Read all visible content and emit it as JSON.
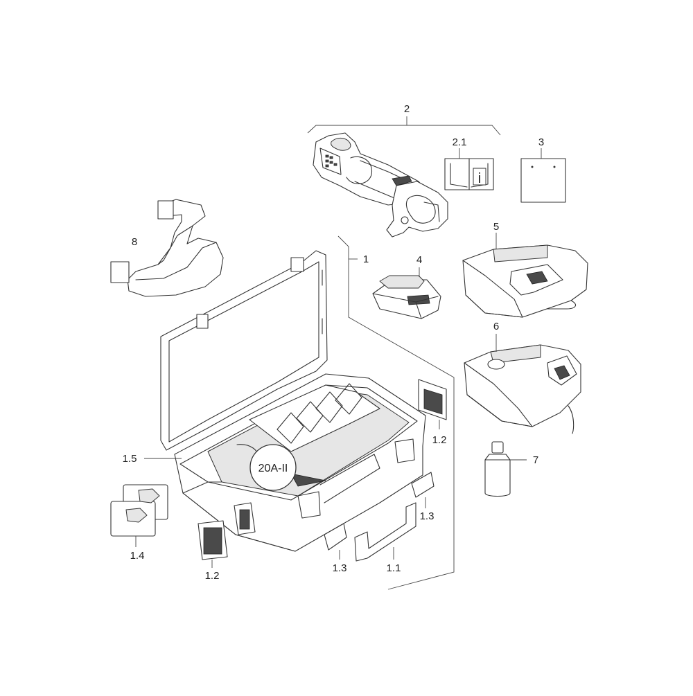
{
  "labels": {
    "l1": "1",
    "l1_1": "1.1",
    "l1_2a": "1.2",
    "l1_2b": "1.2",
    "l1_3a": "1.3",
    "l1_3b": "1.3",
    "l1_4": "1.4",
    "l1_5": "1.5",
    "l2": "2",
    "l2_1": "2.1",
    "l3": "3",
    "l4": "4",
    "l5": "5",
    "l6": "6",
    "l7": "7",
    "l8": "8"
  },
  "callout": "20A-II",
  "manual_icon": "i"
}
